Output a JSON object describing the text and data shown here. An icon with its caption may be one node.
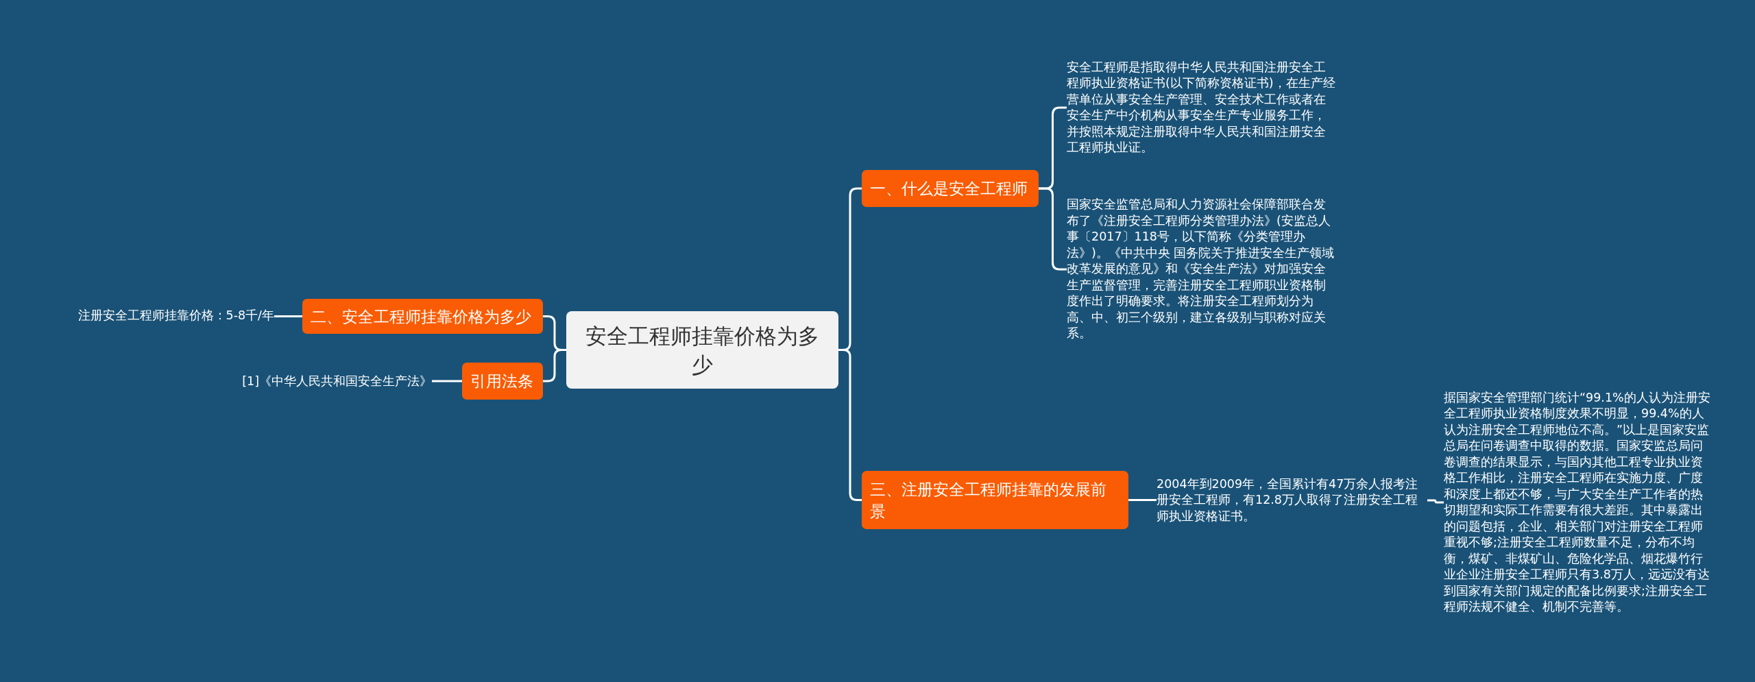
{
  "diagram": {
    "nodes": [
      {
        "text": [
          "安全工程师挂靠价格为多少"
        ]
      },
      {
        "text": [
          "一、什么是安全工程师"
        ]
      },
      {
        "text": [
          "安全工程师是指取得中华人民共和国注册安全工程师执业资格证书(以下简称资格证书)，在生产经营单位从事安全生产管理、安全技术工作或者在安全生产中介机构从事安全生产专业服务工作，并按照本规定注册取得中华人民共和国注册安全工程师执业证。"
        ]
      },
      {
        "text": [
          "国家安全监管总局和人力资源社会保障部联合发布了《注册安全工程师分类管理办法》(安监总人事〔2017〕118号，以下简称《分类管理办法》)。《中共中央 国务院关于推进安全生产领域改革发展的意见》和《安全生产法》对加强安全生产监督管理，完善注册安全工程师职业资格制度作出了明确要求。将注册安全工程师划分为高、中、初三个级别，建立各级别与职称对应关系。"
        ]
      },
      {
        "text": [
          "三、注册安全工程师挂靠的发展前景"
        ]
      },
      {
        "text": [
          "2004年到2009年，全国累计有47万余人报考注册安全工程师，有12.8万人取得了注册安全工程师执业资格证书。"
        ]
      },
      {
        "text": [
          "据国家安全管理部门统计“99.1%的人认为注册安全工程师执业资格制度效果不明显，99.4%的人认为注册安全工程师地位不高。”以上是国家安监总局在问卷调查中取得的数据。国家安监总局问卷调查的结果显示，与国内其他工程专业执业资格工作相比，注册安全工程师在实施力度、广度和深度上都还不够，与广大安全生产工作者的热切期望和实际工作需要有很大差距。其中暴露出的问题包括，企业、相关部门对注册安全工程师重视不够;注册安全工程师数量不足，分布不均衡，煤矿、非煤矿山、危险化学品、烟花爆竹行业企业注册安全工程师只有3.8万人，远远没有达到国家有关部门规定的配备比例要求;注册安全工程师法规不健全、机制不完善等。"
        ]
      },
      {
        "text": [
          "二、安全工程师挂靠价格为多少"
        ]
      },
      {
        "text": [
          "注册安全工程师挂靠价格：5-8千/年"
        ]
      },
      {
        "text": [
          "引用法条"
        ]
      },
      {
        "text": [
          "[1]《中华人民共和国安全生产法》"
        ]
      }
    ],
    "edges": [
      {
        "from": 0,
        "to": 1,
        "arrow": "none"
      },
      {
        "from": 1,
        "to": 2,
        "arrow": "none"
      },
      {
        "from": 1,
        "to": 3,
        "arrow": "none"
      },
      {
        "from": 0,
        "to": 4,
        "arrow": "none"
      },
      {
        "from": 4,
        "to": 5,
        "arrow": "none"
      },
      {
        "from": 5,
        "to": 6,
        "arrow": "none"
      },
      {
        "from": 0,
        "to": 7,
        "arrow": "none"
      },
      {
        "from": 7,
        "to": 8,
        "arrow": "none"
      },
      {
        "from": 0,
        "to": 9,
        "arrow": "none"
      },
      {
        "from": 9,
        "to": 10,
        "arrow": "none"
      }
    ]
  }
}
